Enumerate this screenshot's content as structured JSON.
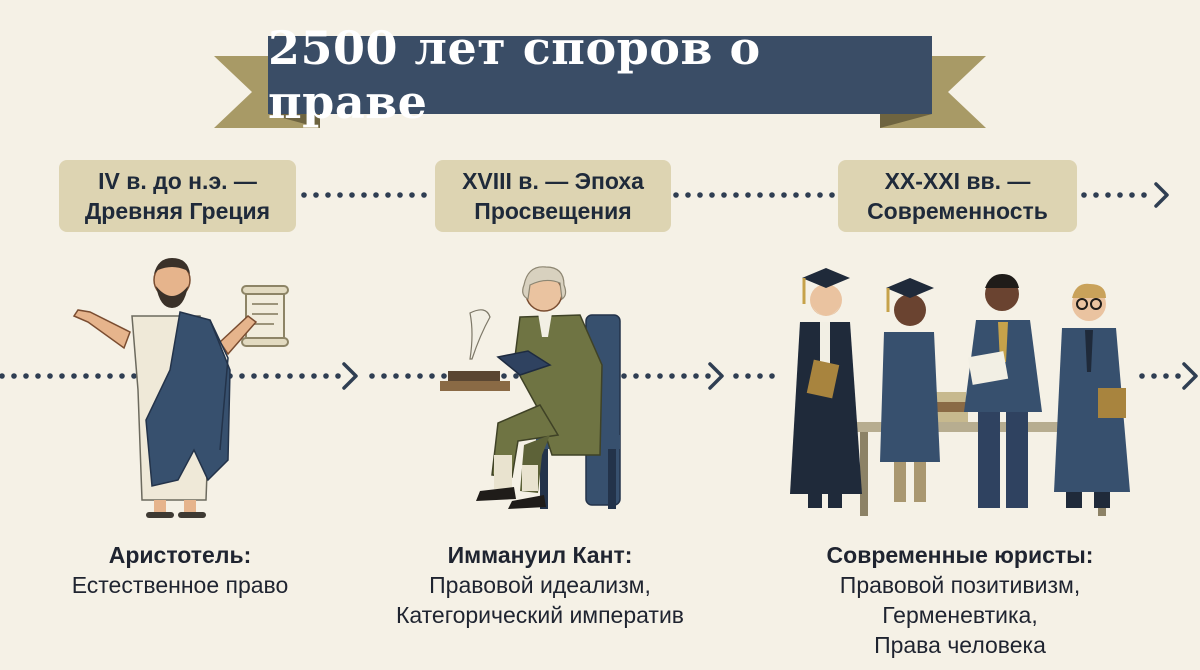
{
  "title": "2500 лет споров о праве",
  "eras": [
    {
      "line1": "IV в. до н.э. —",
      "line2": "Древняя Греция"
    },
    {
      "line1": "XVIII в. — Эпоха",
      "line2": "Просвещения"
    },
    {
      "line1": "XX-XXI вв. —",
      "line2": "Современность"
    }
  ],
  "figures": [
    {
      "name": "Аристотель:",
      "lines": [
        "Естественное право"
      ]
    },
    {
      "name": "Иммануил Кант:",
      "lines": [
        "Правовой идеализм,",
        "Категорический императив"
      ]
    },
    {
      "name": "Современные юристы:",
      "lines": [
        "Правовой позитивизм,",
        "Герменевтика,",
        "Права человека"
      ]
    }
  ],
  "colors": {
    "background": "#f5f1e6",
    "banner": "#3a4d66",
    "ribbon_tail": "#a89a66",
    "era_box": "#ddd4b2",
    "dots": "#2f3e52"
  }
}
